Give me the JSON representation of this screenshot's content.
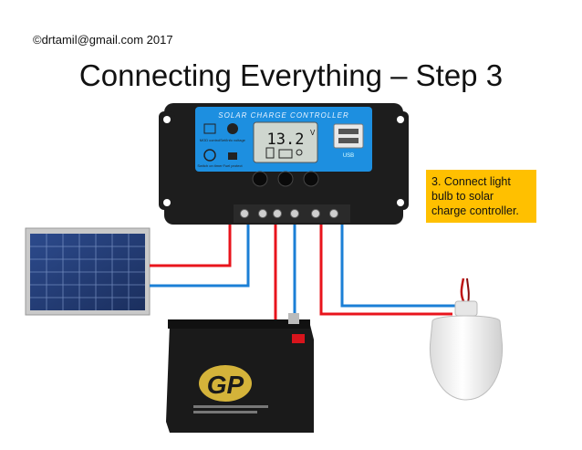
{
  "header": {
    "copyright": "©drtamil@gmail.com 2017",
    "title": "Connecting Everything – Step 3"
  },
  "callout": {
    "text": "3. Connect light bulb to solar charge controller."
  },
  "controller": {
    "banner": "SOLAR CHARGE CONTROLLER",
    "display_value": "13.2",
    "display_unit": "V",
    "icon_labels": [
      "MOD control",
      "Set/Info voltage",
      "Switch on timer",
      "Fuel protect"
    ],
    "usb_label": "USB"
  },
  "battery": {
    "brand": "GP"
  },
  "colors": {
    "wire_positive": "#e8141c",
    "wire_negative": "#1b7fd6",
    "callout_bg": "#ffc000",
    "controller_blue": "#1d8fe0"
  }
}
